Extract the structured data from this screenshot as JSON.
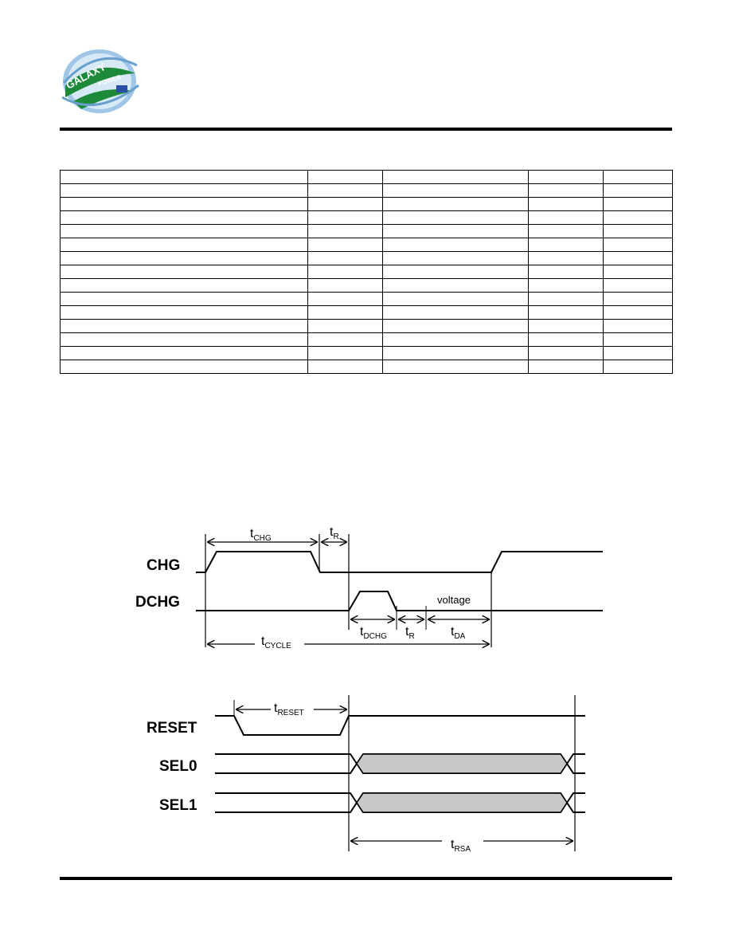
{
  "logo": {
    "text_line1": "GALAXY",
    "text_line2": "POWER"
  },
  "table": {
    "rows": 15,
    "cols": 5
  },
  "diagram1": {
    "signals": [
      "CHG",
      "DCHG"
    ],
    "t_chg": {
      "main": "t",
      "sub": "CHG"
    },
    "t_r1": {
      "main": "t",
      "sub": "R"
    },
    "t_dchg": {
      "main": "t",
      "sub": "DCHG"
    },
    "t_r2": {
      "main": "t",
      "sub": "R"
    },
    "t_da": {
      "main": "t",
      "sub": "DA"
    },
    "t_cycle": {
      "main": "t",
      "sub": "CYCLE"
    },
    "voltage_label": "voltage"
  },
  "diagram2": {
    "signals": [
      "RESET",
      "SEL0",
      "SEL1"
    ],
    "t_reset": {
      "main": "t",
      "sub": "RESET"
    },
    "t_rsa": {
      "main": "t",
      "sub": "RSA"
    }
  }
}
